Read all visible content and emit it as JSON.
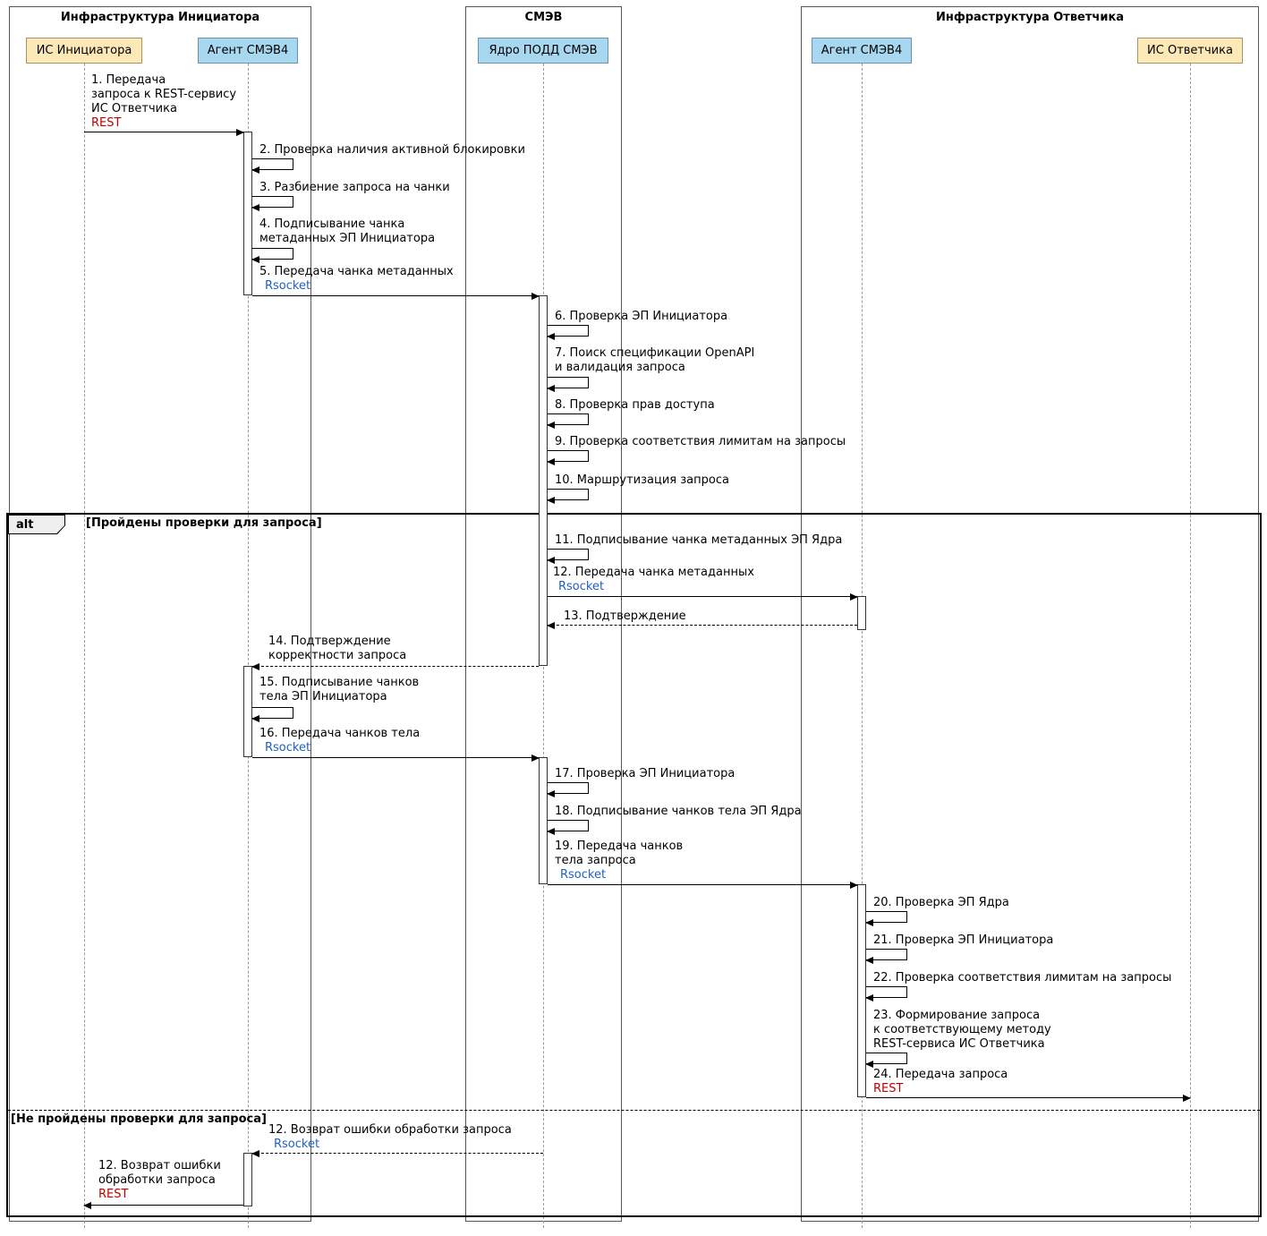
{
  "diagram": {
    "frames": [
      {
        "title": "Инфраструктура Инициатора"
      },
      {
        "title": "СМЭВ"
      },
      {
        "title": "Инфраструктура Ответчика"
      }
    ],
    "participants": [
      {
        "label": "ИС Инициатора",
        "kind": "system"
      },
      {
        "label": "Агент СМЭВ4",
        "kind": "agent"
      },
      {
        "label": "Ядро ПОДД СМЭВ",
        "kind": "core"
      },
      {
        "label": "Агент СМЭВ4",
        "kind": "agent"
      },
      {
        "label": "ИС Ответчика",
        "kind": "system"
      }
    ],
    "alt": {
      "keyword": "alt",
      "cond_pass": "[Пройдены проверки для запроса]",
      "cond_fail": "[Не пройдены проверки для запроса]"
    },
    "colors": {
      "participant_system": "#FDE9B8",
      "participant_smev": "#A8D8F0",
      "protocol_rest": "#C00000",
      "protocol_rsocket": "#2060C8"
    },
    "messages": {
      "m1": {
        "lines": [
          "1. Передача",
          "запроса к REST-сервису",
          "ИС Ответчика"
        ],
        "protocol": "REST"
      },
      "m2": {
        "lines": [
          "2. Проверка наличия активной блокировки"
        ]
      },
      "m3": {
        "lines": [
          "3. Разбиение запроса на чанки"
        ]
      },
      "m4": {
        "lines": [
          "4. Подписывание чанка",
          "метаданных ЭП Инициатора"
        ]
      },
      "m5": {
        "lines": [
          "5. Передача чанка метаданных"
        ],
        "protocol": "Rsocket"
      },
      "m6": {
        "lines": [
          "6. Проверка ЭП Инициатора"
        ]
      },
      "m7": {
        "lines": [
          "7. Поиск спецификации OpenAPI",
          "и валидация запроса"
        ]
      },
      "m8": {
        "lines": [
          "8. Проверка прав доступа"
        ]
      },
      "m9": {
        "lines": [
          "9. Проверка соответствия лимитам на запросы"
        ]
      },
      "m10": {
        "lines": [
          "10. Маршрутизация запроса"
        ]
      },
      "m11": {
        "lines": [
          "11. Подписывание чанка метаданных ЭП Ядра"
        ]
      },
      "m12": {
        "lines": [
          "12. Передача чанка метаданных"
        ],
        "protocol": "Rsocket"
      },
      "m13": {
        "lines": [
          "13. Подтверждение"
        ]
      },
      "m14": {
        "lines": [
          "14. Подтверждение",
          "корректности запроса"
        ]
      },
      "m15": {
        "lines": [
          "15. Подписывание чанков",
          "тела ЭП Инициатора"
        ]
      },
      "m16": {
        "lines": [
          "16. Передача чанков тела"
        ],
        "protocol": "Rsocket"
      },
      "m17": {
        "lines": [
          "17. Проверка ЭП Инициатора"
        ]
      },
      "m18": {
        "lines": [
          "18. Подписывание чанков тела ЭП Ядра"
        ]
      },
      "m19": {
        "lines": [
          "19. Передача чанков",
          "тела запроса"
        ],
        "protocol": "Rsocket"
      },
      "m20": {
        "lines": [
          "20. Проверка ЭП Ядра"
        ]
      },
      "m21": {
        "lines": [
          "21. Проверка ЭП Инициатора"
        ]
      },
      "m22": {
        "lines": [
          "22. Проверка соответствия лимитам на запросы"
        ]
      },
      "m23": {
        "lines": [
          "23. Формирование запроса",
          "к соответствующему методу",
          "REST-сервиса ИС Ответчика"
        ]
      },
      "m24": {
        "lines": [
          "24. Передача запроса"
        ],
        "protocol": "REST"
      },
      "err_core": {
        "lines": [
          "12. Возврат ошибки обработки запроса"
        ],
        "protocol": "Rsocket"
      },
      "err_agent": {
        "lines": [
          "12. Возврат ошибки",
          "обработки запроса"
        ],
        "protocol": "REST"
      }
    }
  }
}
